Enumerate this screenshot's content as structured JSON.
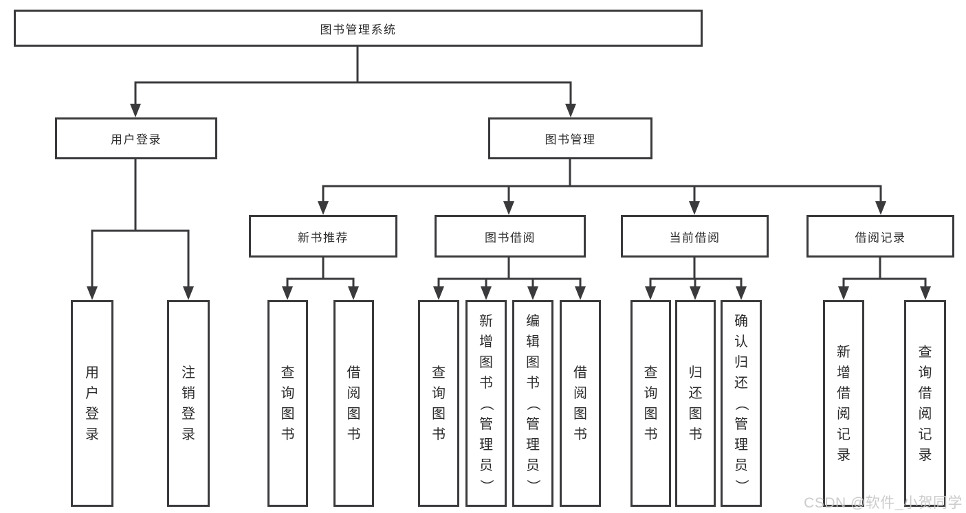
{
  "diagram": {
    "type": "hierarchy-tree",
    "root": {
      "label": "图书管理系统"
    },
    "branches": [
      {
        "label": "用户登录",
        "children": [
          {
            "label": "用户登录"
          },
          {
            "label": "注销登录"
          }
        ]
      },
      {
        "label": "图书管理",
        "children": [
          {
            "label": "新书推荐",
            "children": [
              {
                "label": "查询图书"
              },
              {
                "label": "借阅图书"
              }
            ]
          },
          {
            "label": "图书借阅",
            "children": [
              {
                "label": "查询图书"
              },
              {
                "label": "新增图书（管理员）"
              },
              {
                "label": "编辑图书（管理员）"
              },
              {
                "label": "借阅图书"
              }
            ]
          },
          {
            "label": "当前借阅",
            "children": [
              {
                "label": "查询图书"
              },
              {
                "label": "归还图书"
              },
              {
                "label": "确认归还（管理员）"
              }
            ]
          },
          {
            "label": "借阅记录",
            "children": [
              {
                "label": "新增借阅记录"
              },
              {
                "label": "查询借阅记录"
              }
            ]
          }
        ]
      }
    ],
    "watermark": "CSDN @软件_小贺同学",
    "colors": {
      "line": "#3a3a3c",
      "box_fill": "#ffffff",
      "text": "#2c2c2e",
      "background": "#ffffff",
      "watermark": "#c6c6c6"
    }
  }
}
